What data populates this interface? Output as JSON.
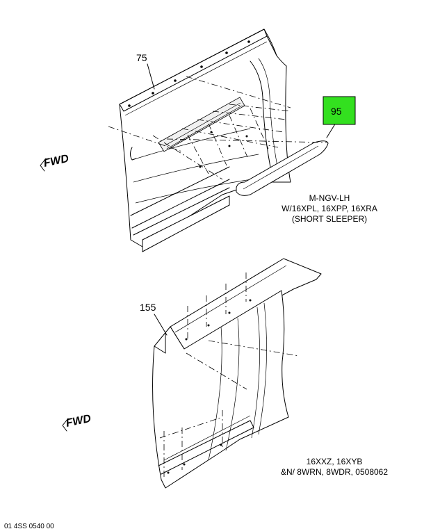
{
  "callouts": {
    "part_75": "75",
    "part_95": "95",
    "part_155": "155"
  },
  "fwd_label": "FWD",
  "notes": {
    "upper": {
      "line1": "M-NGV-LH",
      "line2": "W/16XPL, 16XPP, 16XRA",
      "line3": "(SHORT SLEEPER)"
    },
    "lower": {
      "line1": "16XXZ, 16XYB",
      "line2": "&N/ 8WRN, 8WDR, 0508062"
    }
  },
  "footer_code": "01 4SS 0540 00",
  "colors": {
    "highlight": "#33e01f",
    "line": "#000000",
    "background": "#ffffff"
  }
}
